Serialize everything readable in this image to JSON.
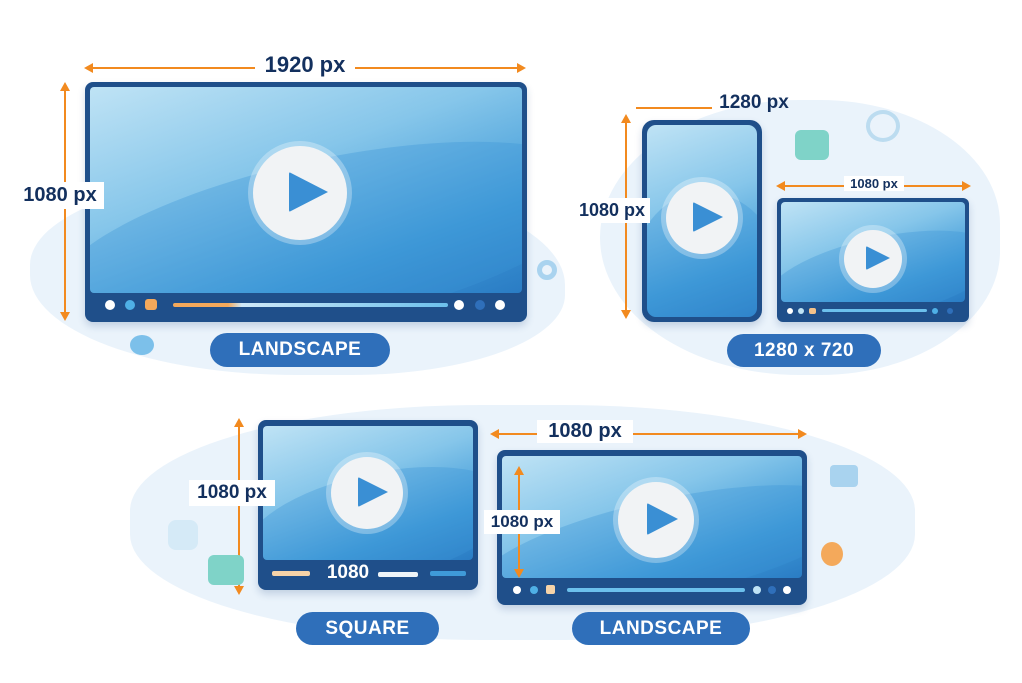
{
  "landscape_main": {
    "width_label": "1920 px",
    "height_label": "1080 px",
    "badge": "LANDSCAPE"
  },
  "hd_group": {
    "width_label": "1280 px",
    "height_label": "1080 px",
    "inner_width_label": "1080 px",
    "badge": "1280 x 720"
  },
  "square": {
    "height_label": "1080 px",
    "bar_text": "1080",
    "badge": "SQUARE"
  },
  "landscape_small": {
    "width_label": "1080 px",
    "height_label": "1080 px",
    "badge": "LANDSCAPE"
  },
  "colors": {
    "frame": "#1f4f8a",
    "accent": "#f28a1f",
    "badge": "#2f6fba",
    "label_text": "#13305e"
  }
}
